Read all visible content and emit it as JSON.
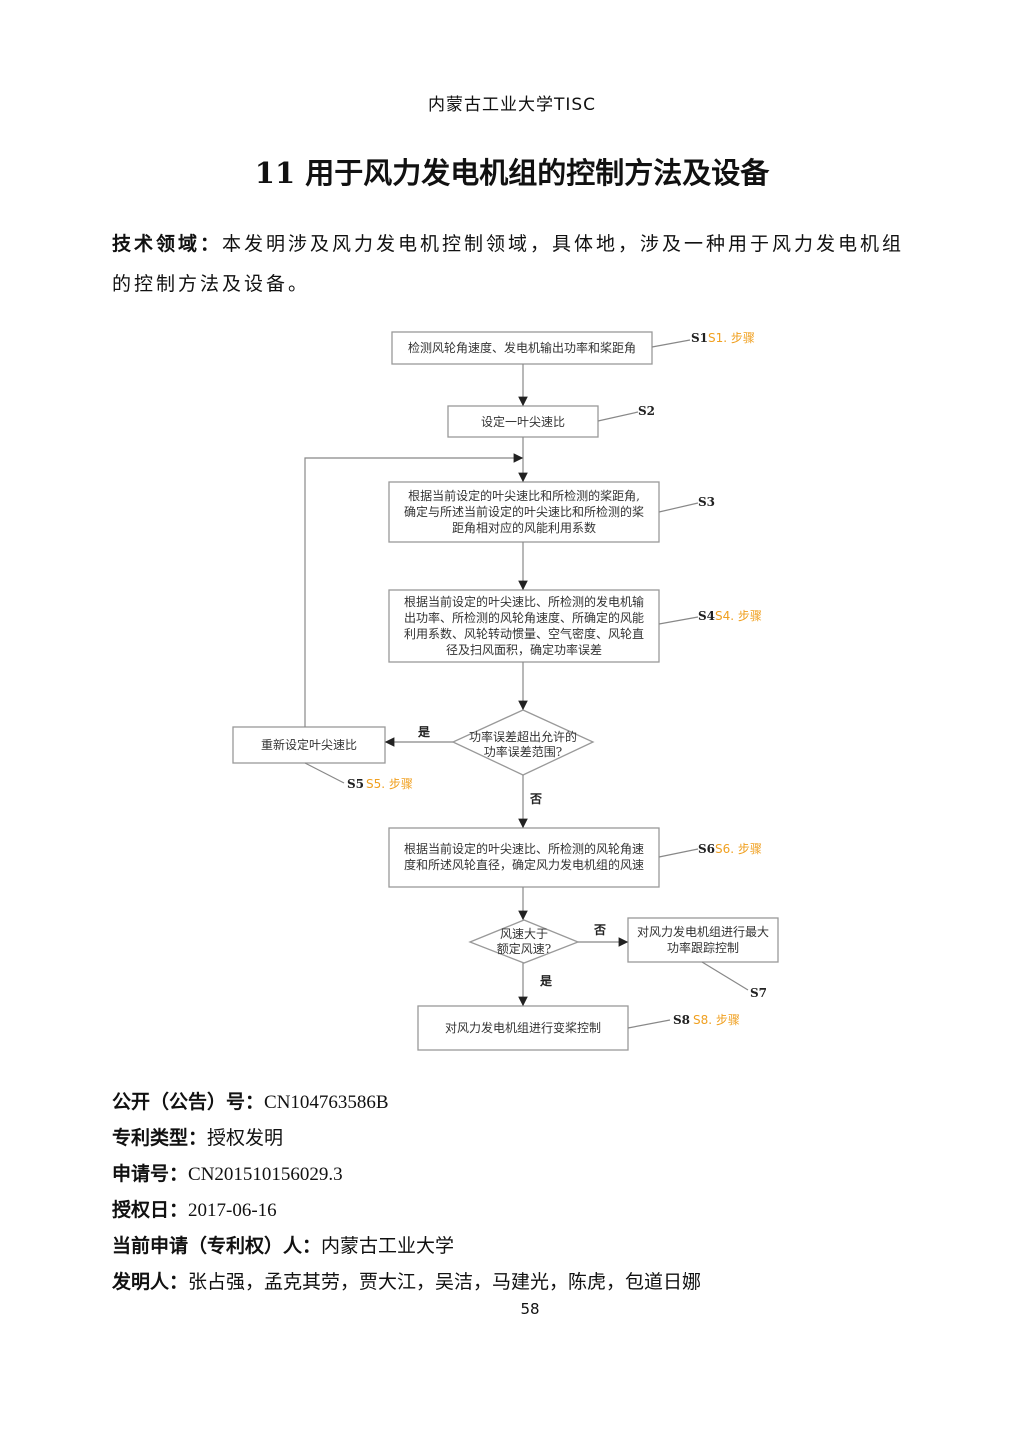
{
  "header": "内蒙古工业大学TISC",
  "title": "11 用于风力发电机组的控制方法及设备",
  "tech_field": {
    "label": "技术领域：",
    "text": "本发明涉及风力发电机控制领域，具体地，涉及一种用于风力发电机组的控制方法及设备。"
  },
  "flowchart": {
    "s1": {
      "lines": [
        "检测风轮角速度、发电机输出功率和桨距角"
      ],
      "tag": "S1",
      "note": "S1. 步骤"
    },
    "s2": {
      "lines": [
        "设定一叶尖速比"
      ],
      "tag": "S2"
    },
    "s3": {
      "lines": [
        "根据当前设定的叶尖速比和所检测的桨距角,",
        "确定与所述当前设定的叶尖速比和所检测的桨",
        "距角相对应的风能利用系数"
      ],
      "tag": "S3"
    },
    "s4": {
      "lines": [
        "根据当前设定的叶尖速比、所检测的发电机输",
        "出功率、所检测的风轮角速度、所确定的风能",
        "利用系数、风轮转动惯量、空气密度、风轮直",
        "径及扫风面积，确定功率误差"
      ],
      "tag": "S4",
      "note": "S4. 步骤"
    },
    "d1": {
      "lines": [
        "功率误差超出允许的",
        "功率误差范围?"
      ],
      "yes": "是",
      "no": "否"
    },
    "s5": {
      "lines": [
        "重新设定叶尖速比"
      ],
      "tag": "S5",
      "note": "S5. 步骤"
    },
    "s6": {
      "lines": [
        "根据当前设定的叶尖速比、所检测的风轮角速",
        "度和所述风轮直径，确定风力发电机组的风速"
      ],
      "tag": "S6",
      "note": "S6. 步骤"
    },
    "d2": {
      "lines": [
        "风速大于",
        "额定风速?"
      ],
      "yes": "是",
      "no": "否"
    },
    "s7": {
      "lines": [
        "对风力发电机组进行最大",
        "功率跟踪控制"
      ],
      "tag": "S7"
    },
    "s8": {
      "lines": [
        "对风力发电机组进行变桨控制"
      ],
      "tag": "S8",
      "note": "S8. 步骤"
    }
  },
  "meta": [
    {
      "label": "公开（公告）号：",
      "value": "CN104763586B"
    },
    {
      "label": "专利类型：",
      "value": "授权发明"
    },
    {
      "label": "申请号：",
      "value": "CN201510156029.3"
    },
    {
      "label": "授权日：",
      "value": "2017-06-16"
    },
    {
      "label": "当前申请（专利权）人：",
      "value": "内蒙古工业大学"
    },
    {
      "label": "发明人：",
      "value": "张占强，孟克其劳，贾大江，吴洁，马建光，陈虎，包道日娜"
    }
  ],
  "page_number": "58"
}
